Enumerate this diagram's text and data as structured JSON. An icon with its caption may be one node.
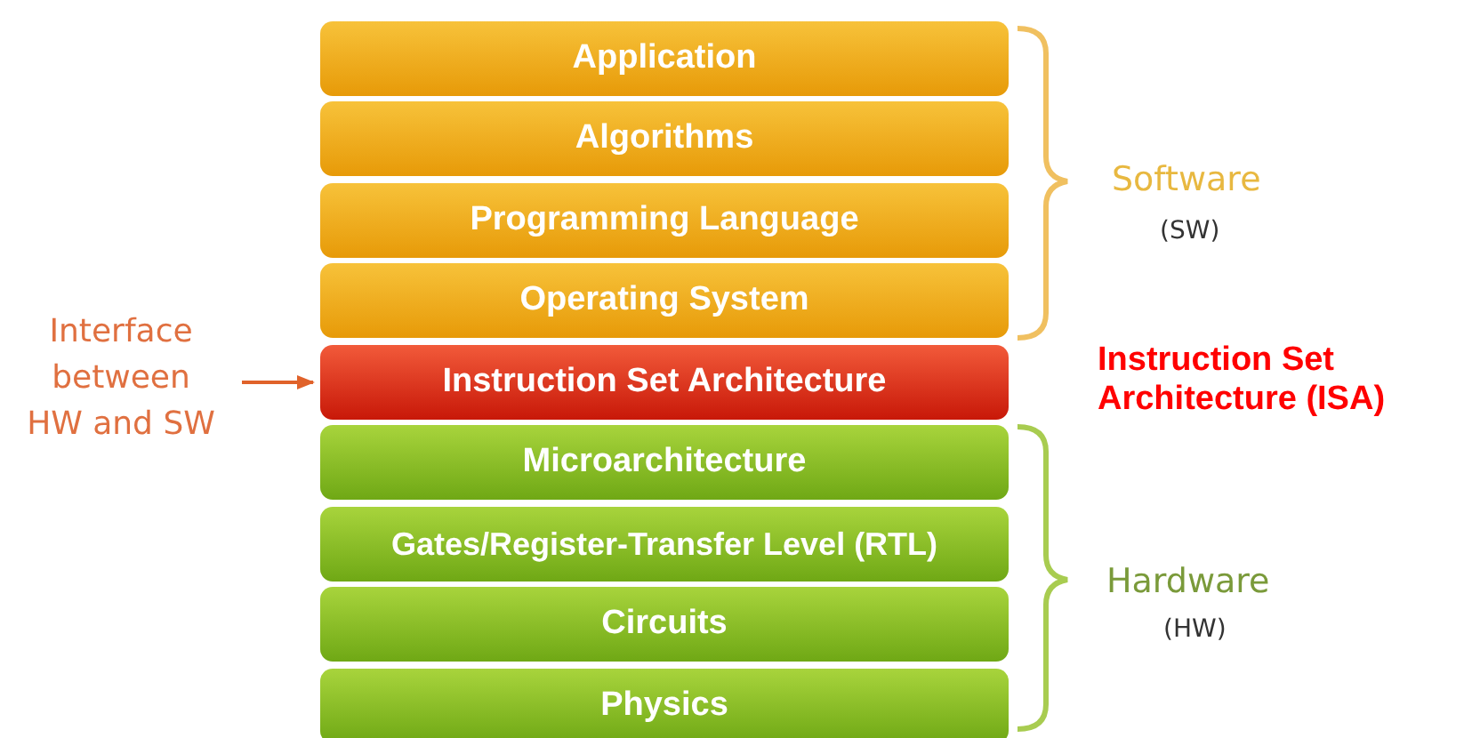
{
  "diagram": {
    "nodes": [
      {
        "text": [
          "Application"
        ]
      },
      {
        "text": [
          "Algorithms"
        ]
      },
      {
        "text": [
          "Programming Language"
        ]
      },
      {
        "text": [
          "Operating System"
        ]
      },
      {
        "text": [
          "Instruction Set Architecture"
        ]
      },
      {
        "text": [
          "Microarchitecture"
        ]
      },
      {
        "text": [
          "Gates/Register-Transfer Level (RTL)"
        ]
      },
      {
        "text": [
          "Circuits"
        ]
      },
      {
        "text": [
          "Physics"
        ]
      },
      {
        "text": [
          "Interface between HW and SW"
        ]
      }
    ],
    "edges": [
      {
        "from": 9,
        "to": 4,
        "arrow": "to"
      }
    ],
    "labels": [
      "Software",
      "(SW)",
      "Instruction Set Architecture (ISA)",
      "Hardware",
      "(HW)"
    ]
  }
}
